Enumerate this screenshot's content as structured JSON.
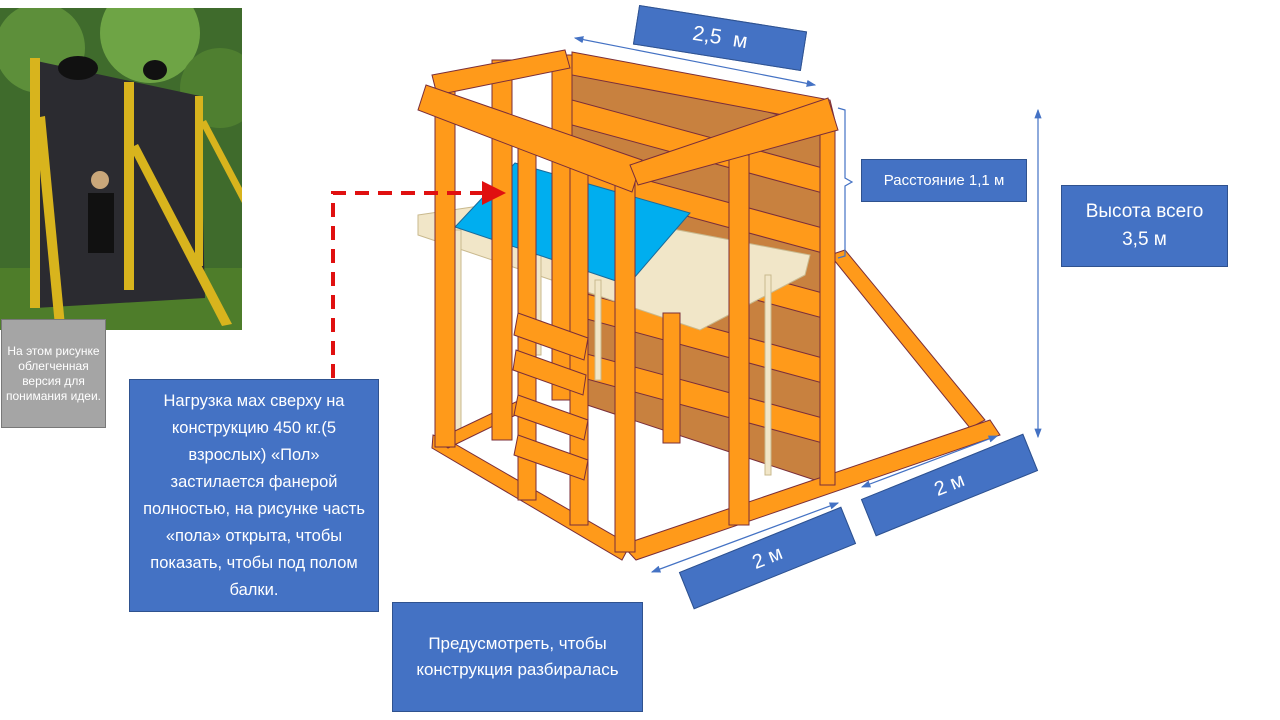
{
  "photo": {
    "caption": "На этом рисунке облегченная версия для понимания идеи."
  },
  "notes": {
    "load": "Нагрузка мах сверху на конструкцию 450 кг.(5 взрослых) «Пол» застилается фанерой полностью, на рисунке часть «пола» открыта, чтобы показать, чтобы под полом балки.",
    "disassembly": "Предусмотреть, чтобы конструкция разбиралась",
    "distance": "Расстояние 1,1 м",
    "total_height_line1": "Высота всего",
    "total_height_line2": "3,5 м"
  },
  "dimensions": {
    "top_length": "2,5  м",
    "front_width": "2 м",
    "side_depth": "2 м"
  },
  "colors": {
    "wood": "#ff9a1a",
    "wood_outline": "#7a2e3a",
    "wall": "#c8813f",
    "floor_panel": "#00aeef",
    "label_box": "#4472c4",
    "caption_box": "#a5a5a5",
    "arrow_red": "#e01010"
  }
}
